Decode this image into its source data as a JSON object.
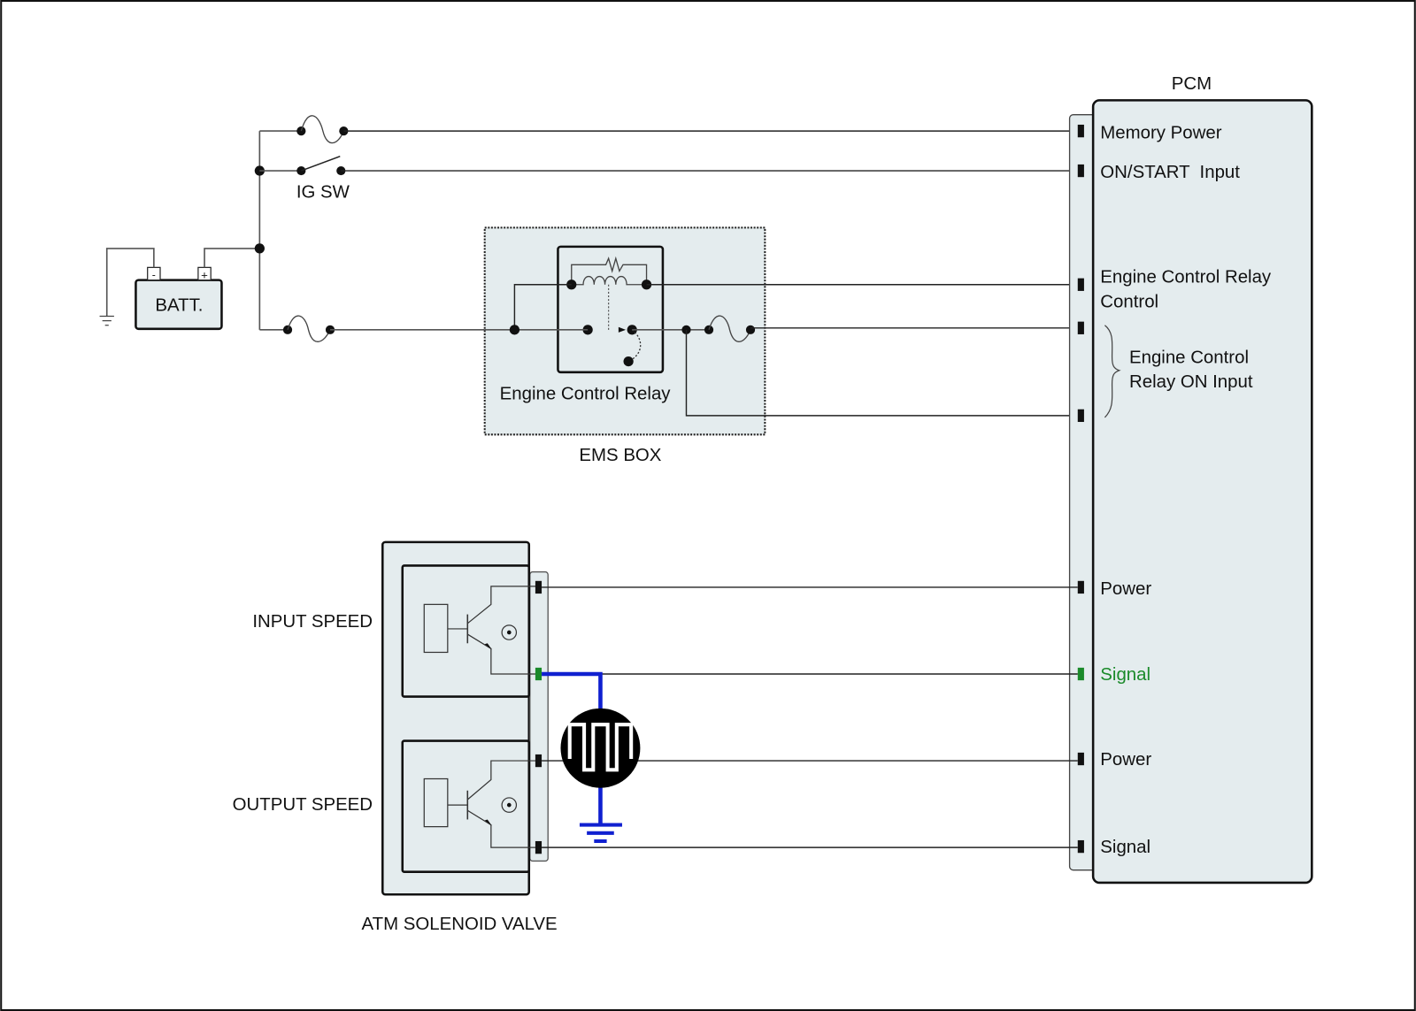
{
  "diagram": {
    "type": "wiring schematic",
    "components": {
      "battery": {
        "label": "BATT.",
        "neg": "-",
        "pos": "+"
      },
      "ignition_switch": {
        "label": "IG SW"
      },
      "ems_box": {
        "label": "EMS BOX",
        "relay_label": "Engine Control Relay"
      },
      "pcm": {
        "label": "PCM",
        "pins": [
          {
            "label": "Memory Power"
          },
          {
            "label": "ON/START  Input"
          },
          {
            "label_line1": "Engine Control Relay",
            "label_line2": "Control"
          },
          {
            "label_line1": "Engine Control",
            "label_line2": "Relay ON Input"
          },
          {
            "label": "Power"
          },
          {
            "label": "Signal",
            "highlight_color": "#1a8a2a"
          },
          {
            "label": "Power"
          },
          {
            "label": "Signal"
          }
        ]
      },
      "atm_solenoid_valve": {
        "label": "ATM SOLENOID VALVE",
        "sensors": [
          "INPUT SPEED",
          "OUTPUT SPEED"
        ]
      },
      "oscilloscope": {
        "icon": "square-wave-signal-icon",
        "probe_color": "#1020d0"
      }
    },
    "colors": {
      "box_fill": "#e4ecee",
      "signal_green": "#1a8a2a",
      "probe_blue": "#1020d0"
    }
  }
}
